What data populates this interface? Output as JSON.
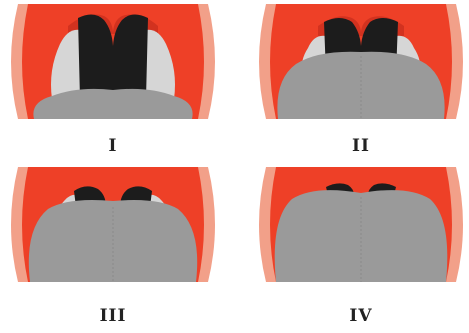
{
  "colors": {
    "outer_pink": "#f2a089",
    "mouth_red": "#ee4027",
    "dark_red": "#d2321f",
    "throat_black": "#1c1c1c",
    "tonsil_gray": "#d6d6d6",
    "tongue_gray": "#9a9a9a",
    "tongue_stroke": "#8a8a8a"
  },
  "panels": [
    {
      "label": "I"
    },
    {
      "label": "II"
    },
    {
      "label": "III"
    },
    {
      "label": "IV"
    }
  ]
}
